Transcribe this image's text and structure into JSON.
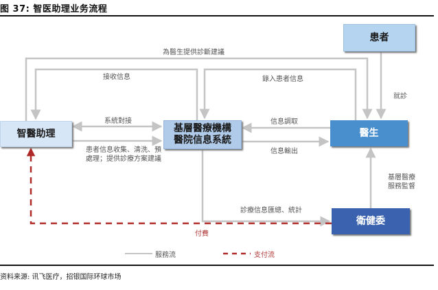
{
  "figure": {
    "title": "图 37: 智医助理业务流程",
    "source": "资料来源: 讯飞医疗，招银国际环球市场"
  },
  "nodes": {
    "patient": "患者",
    "assistant": "智醫助理",
    "his_line1": "基層醫療機構",
    "his_line2": "醫院信息系統",
    "doctor": "醫生",
    "nhc": "衛健委"
  },
  "edges": {
    "assistant_to_doctor": "為醫生提供診斷建議",
    "his_to_assistant": "接收信息",
    "doctor_to_his": "錄入患者信息",
    "patient_to_doctor": "就診",
    "assistant_his_link": "系統對接",
    "assistant_to_his": "患者信息收集、清洗、預處理；提供診療方案建議",
    "doctor_to_his_fetch": "信息調取",
    "his_to_doctor_output": "信息輸出",
    "his_to_nhc": "診療信息匯總、統計",
    "nhc_to_doctor": "基層醫療服務監督",
    "nhc_to_assistant_payment": "付費"
  },
  "legend": {
    "service_flow": "服務流",
    "payment_flow": "支付流"
  },
  "colors": {
    "service_line": "#c4c4c4",
    "payment_line": "#b02a2a",
    "patient_box": "#b5d4ef",
    "assistant_box": "#d6e6f6",
    "his_box": "#b0cbe9",
    "doctor_box": "#4a8fcd",
    "nhc_box": "#3a62ae"
  }
}
